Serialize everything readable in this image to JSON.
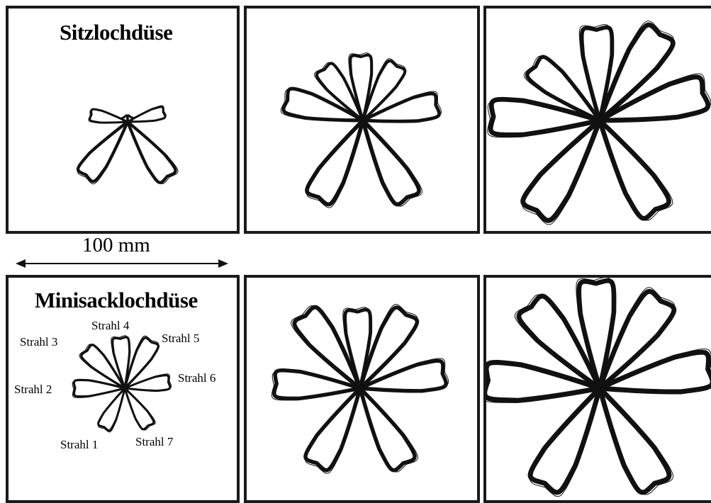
{
  "colors": {
    "ink": "#111111",
    "frame": "#1a1a1a",
    "background": "#ffffff"
  },
  "rows": [
    {
      "title": "Sitzlochdüse",
      "panels": [
        {
          "jets": [
            {
              "angle": 232,
              "length": 95
            },
            {
              "angle": 169,
              "length": 52
            },
            {
              "angle": 123,
              "length": 8
            },
            {
              "angle": 58,
              "length": 8
            },
            {
              "angle": 15,
              "length": 52
            },
            {
              "angle": 306,
              "length": 95
            }
          ]
        },
        {
          "jets": [
            {
              "angle": 240,
              "length": 125
            },
            {
              "angle": 165,
              "length": 110
            },
            {
              "angle": 127,
              "length": 90
            },
            {
              "angle": 92,
              "length": 90
            },
            {
              "angle": 58,
              "length": 90
            },
            {
              "angle": 12,
              "length": 105
            },
            {
              "angle": 300,
              "length": 125
            }
          ]
        },
        {
          "jets": [
            {
              "angle": 235,
              "length": 155
            },
            {
              "angle": 178,
              "length": 150
            },
            {
              "angle": 140,
              "length": 118
            },
            {
              "angle": 92,
              "length": 128
            },
            {
              "angle": 55,
              "length": 148
            },
            {
              "angle": 15,
              "length": 150
            },
            {
              "angle": 302,
              "length": 148
            }
          ]
        }
      ]
    },
    {
      "title": "Minisacklochdüse",
      "jet_labels": [
        "Strahl 1",
        "Strahl 2",
        "Strahl 3",
        "Strahl 4",
        "Strahl 5",
        "Strahl 6",
        "Strahl 7"
      ],
      "panels": [
        {
          "jets": [
            {
              "angle": 242,
              "length": 62
            },
            {
              "angle": 180,
              "length": 70
            },
            {
              "angle": 135,
              "length": 75
            },
            {
              "angle": 95,
              "length": 70
            },
            {
              "angle": 60,
              "length": 75
            },
            {
              "angle": 8,
              "length": 62
            },
            {
              "angle": 302,
              "length": 62
            }
          ]
        },
        {
          "jets": [
            {
              "angle": 240,
              "length": 122
            },
            {
              "angle": 177,
              "length": 118
            },
            {
              "angle": 127,
              "length": 128
            },
            {
              "angle": 92,
              "length": 108
            },
            {
              "angle": 58,
              "length": 122
            },
            {
              "angle": 10,
              "length": 118
            },
            {
              "angle": 300,
              "length": 122
            }
          ]
        },
        {
          "jets": [
            {
              "angle": 240,
              "length": 155
            },
            {
              "angle": 176,
              "length": 158
            },
            {
              "angle": 130,
              "length": 150
            },
            {
              "angle": 92,
              "length": 148
            },
            {
              "angle": 55,
              "length": 150
            },
            {
              "angle": 10,
              "length": 155
            },
            {
              "angle": 300,
              "length": 155
            }
          ]
        }
      ]
    }
  ],
  "scale": {
    "label": "100 mm",
    "value_mm": 100
  }
}
